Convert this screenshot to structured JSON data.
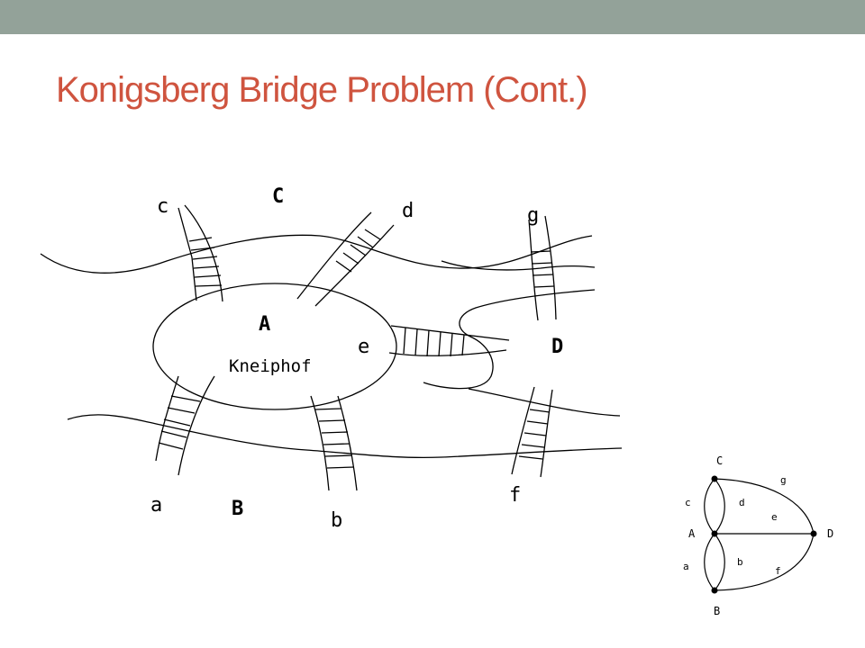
{
  "slide": {
    "title": "Konigsberg Bridge Problem (Cont.)",
    "accent_bar_color": "#93a299",
    "title_color": "#cf543f"
  },
  "map": {
    "land_labels": {
      "C": "C",
      "A": "A",
      "island_name": "Kneiphof",
      "D": "D",
      "B": "B"
    },
    "bridge_labels": {
      "a": "a",
      "b": "b",
      "c": "c",
      "d": "d",
      "e": "e",
      "f": "f",
      "g": "g"
    }
  },
  "graph": {
    "vertex_labels": {
      "C": "C",
      "A": "A",
      "B": "B",
      "D": "D"
    },
    "edge_labels": {
      "a": "a",
      "b": "b",
      "c": "c",
      "d": "d",
      "e": "e",
      "f": "f",
      "g": "g"
    }
  }
}
